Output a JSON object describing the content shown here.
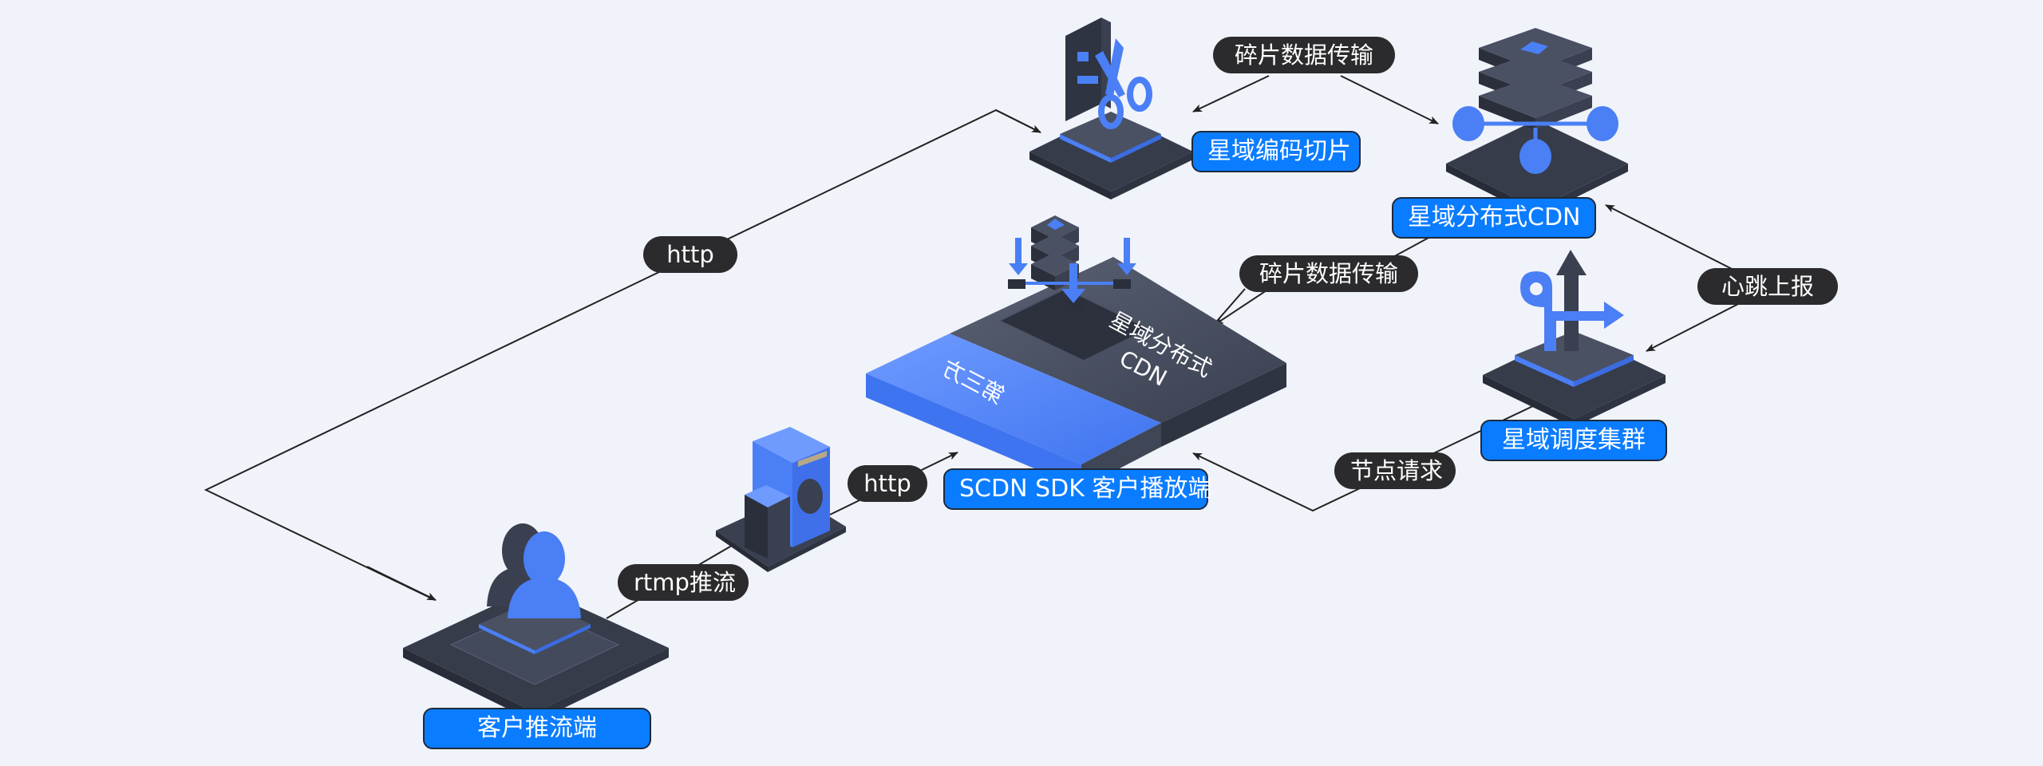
{
  "diagram": {
    "colors": {
      "background": "#f1f3fa",
      "accent_blue": "#0a7cff",
      "icon_blue": "#4a7ff5",
      "dark_slate": "#3b4252",
      "pill_dark": "#2b2b2d",
      "arrow": "#222222"
    },
    "nodes": {
      "push_client": {
        "label": "客户推流端",
        "icon": "person-icon"
      },
      "encoder": {
        "label": "星域编码切片",
        "icon": "scissors-icon"
      },
      "cdn": {
        "label": "星域分布式CDN",
        "icon": "server-stack-icon"
      },
      "sdk_player": {
        "label": "SCDN SDK 客户播放端",
        "icon": "download-stack-icon"
      },
      "scheduler": {
        "label": "星域调度集群",
        "icon": "route-arrow-icon"
      },
      "origin_server": {
        "label": "",
        "icon": "server-tower-icon"
      }
    },
    "platform": {
      "third_party": "第三方",
      "cdn_line1": "星域分布式",
      "cdn_line2": "CDN"
    },
    "edges": [
      {
        "id": "push-to-encoder",
        "label": "http"
      },
      {
        "id": "encoder-cdn-transfer",
        "label": "碎片数据传输"
      },
      {
        "id": "cdn-to-player",
        "label": "碎片数据传输"
      },
      {
        "id": "heartbeat",
        "label": "心跳上报"
      },
      {
        "id": "node-request",
        "label": "节点请求"
      },
      {
        "id": "rtmp-push",
        "label": "rtmp推流"
      },
      {
        "id": "server-to-player",
        "label": "http"
      }
    ]
  }
}
